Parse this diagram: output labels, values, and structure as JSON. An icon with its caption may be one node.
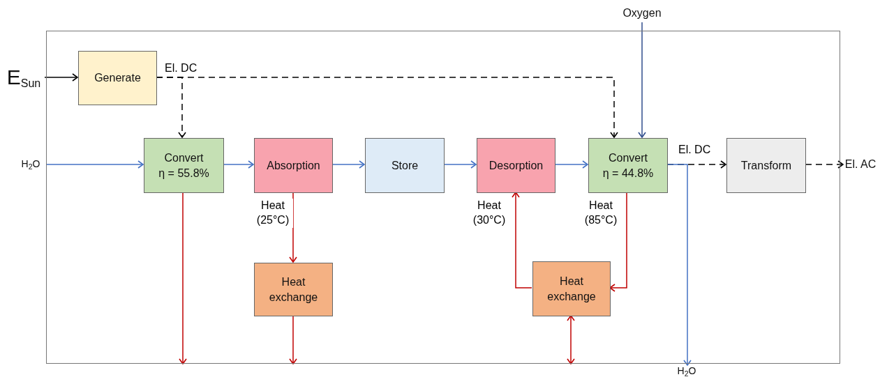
{
  "diagram": {
    "nodes": [
      {
        "text": [],
        "shape": "box"
      },
      {
        "text": [
          "E$_{Sun}$"
        ]
      },
      {
        "text": [
          "Generate"
        ],
        "in": 0
      },
      {
        "text": [
          "H$_{2}$O"
        ]
      },
      {
        "text": [
          "Convert",
          "η = 55.8%"
        ],
        "in": 0
      },
      {
        "text": [
          "Absorption"
        ],
        "in": 0
      },
      {
        "text": [
          "Store"
        ],
        "in": 0
      },
      {
        "text": [
          "Desorption"
        ],
        "in": 0
      },
      {
        "text": [
          "Convert",
          "η = 44.8%"
        ],
        "in": 0
      },
      {
        "text": [
          "Transform"
        ],
        "in": 0
      },
      {
        "text": [
          "El. AC"
        ]
      },
      {
        "text": [
          "Oxygen"
        ]
      },
      {
        "text": [
          "Heat exchange"
        ],
        "in": 0
      },
      {
        "text": [
          "Heat exchange"
        ],
        "in": 0
      },
      {
        "text": [
          "H$_{2}$O"
        ]
      }
    ],
    "edges": [
      {
        "from": 1,
        "to": 2,
        "arrow": "to",
        "color": "#000000"
      },
      {
        "from": 2,
        "to": 4,
        "arrow": "to",
        "style": "dashed",
        "color": "#000000",
        "label": "El. DC"
      },
      {
        "from": 2,
        "to": 8,
        "arrow": "to",
        "style": "dashed",
        "color": "#000000"
      },
      {
        "from": 3,
        "to": 4,
        "arrow": "to"
      },
      {
        "from": 4,
        "to": 5,
        "arrow": "to"
      },
      {
        "from": 5,
        "to": 6,
        "arrow": "to"
      },
      {
        "from": 6,
        "to": 7,
        "arrow": "to"
      },
      {
        "from": 7,
        "to": 8,
        "arrow": "to"
      },
      {
        "from": 11,
        "to": 8,
        "arrow": "to",
        "color": "#2f4d8c"
      },
      {
        "from": 8,
        "to": 9,
        "arrow": "to",
        "style": "dashed",
        "color": "#000000",
        "label": "El. DC"
      },
      {
        "from": 9,
        "to": 10,
        "arrow": "to",
        "style": "dashed",
        "color": "#000000"
      },
      {
        "from": 8,
        "to": 14,
        "arrow": "to"
      },
      {
        "from": 4,
        "to": null,
        "arrow": "to",
        "color": "#c00000"
      },
      {
        "from": 5,
        "to": 12,
        "arrow": "to",
        "color": "#c00000",
        "label": "Heat (25°C)"
      },
      {
        "from": 12,
        "to": null,
        "arrow": "to",
        "color": "#c00000"
      },
      {
        "from": 8,
        "to": 13,
        "arrow": "to",
        "color": "#c00000",
        "label": "Heat (85°C)"
      },
      {
        "from": 13,
        "to": 7,
        "arrow": "to",
        "color": "#c00000",
        "label": "Heat (30°C)"
      },
      {
        "from": 13,
        "to": null,
        "arrow": "both",
        "color": "#c00000"
      }
    ]
  }
}
